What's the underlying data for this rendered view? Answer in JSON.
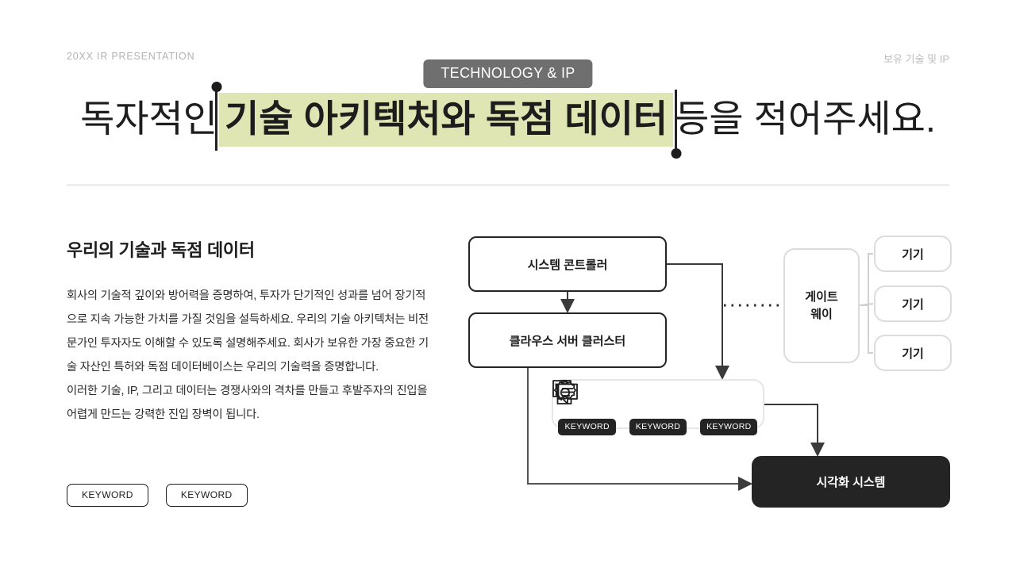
{
  "header": {
    "left_label": "20XX IR PRESENTATION",
    "badge": "TECHNOLOGY & IP",
    "right_label": "보유 기술 및 IP"
  },
  "headline": {
    "before": "독자적인",
    "highlight": "기술 아키텍처와 독점 데이터",
    "after": "등을 적어주세요.",
    "highlight_color": "#dfe6b4",
    "marker_color": "#1d1d1d"
  },
  "left": {
    "title": "우리의 기술과 독점 데이터",
    "paragraph_1": "회사의 기술적 깊이와 방어력을 증명하여, 투자가 단기적인 성과를 넘어 장기적으로 지속 가능한 가치를 가질 것임을 설득하세요. 우리의 기술 아키텍처는 비전문가인 투자자도 이해할 수 있도록 설명해주세요. 회사가 보유한 가장 중요한 기술 자산인 특허와 독점 데이터베이스는 우리의 기술력을 증명합니다.",
    "paragraph_2": "이러한 기술, IP, 그리고 데이터는 경쟁사와의 격차를 만들고 후발주자의 진입을 어렵게 만드는 강력한 진입 장벽이 됩니다.",
    "keywords": [
      "KEYWORD",
      "KEYWORD"
    ]
  },
  "diagram": {
    "nodes": {
      "controller": "시스템 콘트롤러",
      "cluster": "클라우스 서버 클러스터",
      "gateway_line_1": "게이트",
      "gateway_line_2": "웨이",
      "device_1": "기기",
      "device_2": "기기",
      "device_3": "기기",
      "visualization": "시각화 시스템"
    },
    "icons": [
      {
        "name": "trash-icon",
        "badge": "KEYWORD"
      },
      {
        "name": "chat-document-icon",
        "badge": "KEYWORD"
      },
      {
        "name": "gear-icon",
        "badge": "KEYWORD"
      }
    ],
    "colors": {
      "dark": "#242424",
      "light_border": "#dcdcdc",
      "connector": "#4a4a4a"
    }
  }
}
